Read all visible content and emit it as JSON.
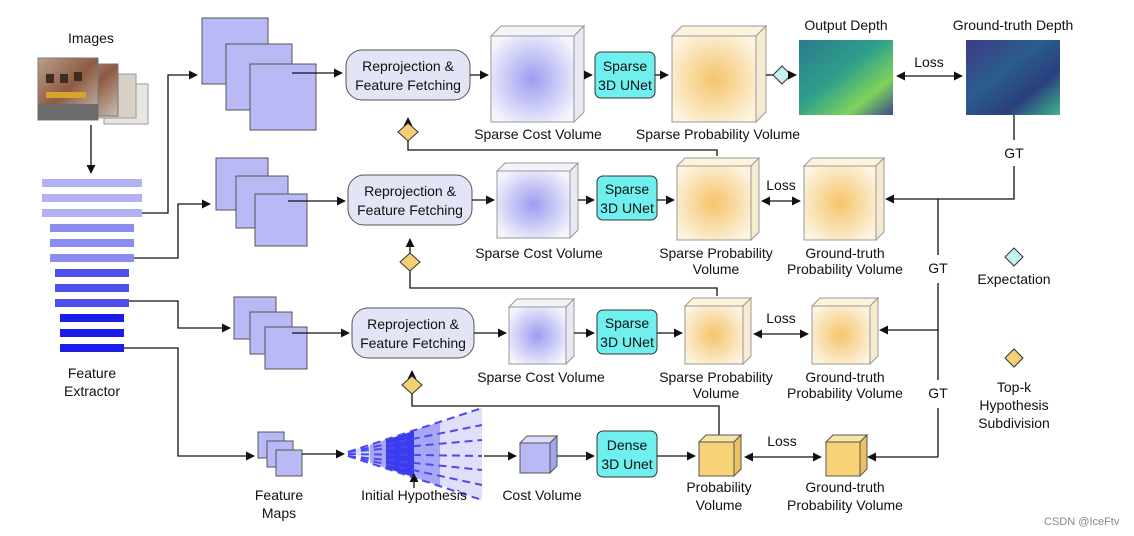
{
  "diagram": {
    "images_label": "Images",
    "feature_extractor_label": [
      "Feature",
      "Extractor"
    ],
    "feature_maps_label": [
      "Feature",
      "Maps"
    ],
    "initial_hypothesis_label": "Initial Hypothesis",
    "reprojection_label": [
      "Reprojection &",
      "Feature Fetching"
    ],
    "sparse_unet_label": [
      "Sparse",
      "3D UNet"
    ],
    "dense_unet_label": [
      "Dense",
      "3D Unet"
    ],
    "sparse_cost_volume": "Sparse Cost Volume",
    "cost_volume": "Cost Volume",
    "sparse_probability_volume": "Sparse Probability Volume",
    "sparse_probability_volume_split": [
      "Sparse Probability",
      "Volume"
    ],
    "probability_volume": [
      "Probability",
      "Volume"
    ],
    "gt_probability_volume": [
      "Ground-truth",
      "Probability Volume"
    ],
    "output_depth": "Output Depth",
    "gt_depth": "Ground-truth Depth",
    "loss": "Loss",
    "gt": "GT",
    "legend_expectation": "Expectation",
    "legend_topk": [
      "Top-k",
      "Hypothesis",
      "Subdivision"
    ],
    "watermark": "CSDN @IceFtv"
  },
  "colors": {
    "feature_map": "#b9b9f5",
    "unet": "#6ff0ef",
    "reproj": "#e4e4f7",
    "diamond_orange": "#f4cf73",
    "diamond_cyan": "#c6f0f4",
    "prob_volume": "#f7d277",
    "bar_level1": "#b2b2f2",
    "bar_level2": "#8b8bf0",
    "bar_level3": "#4f4fea",
    "bar_level4": "#1b1bea"
  }
}
